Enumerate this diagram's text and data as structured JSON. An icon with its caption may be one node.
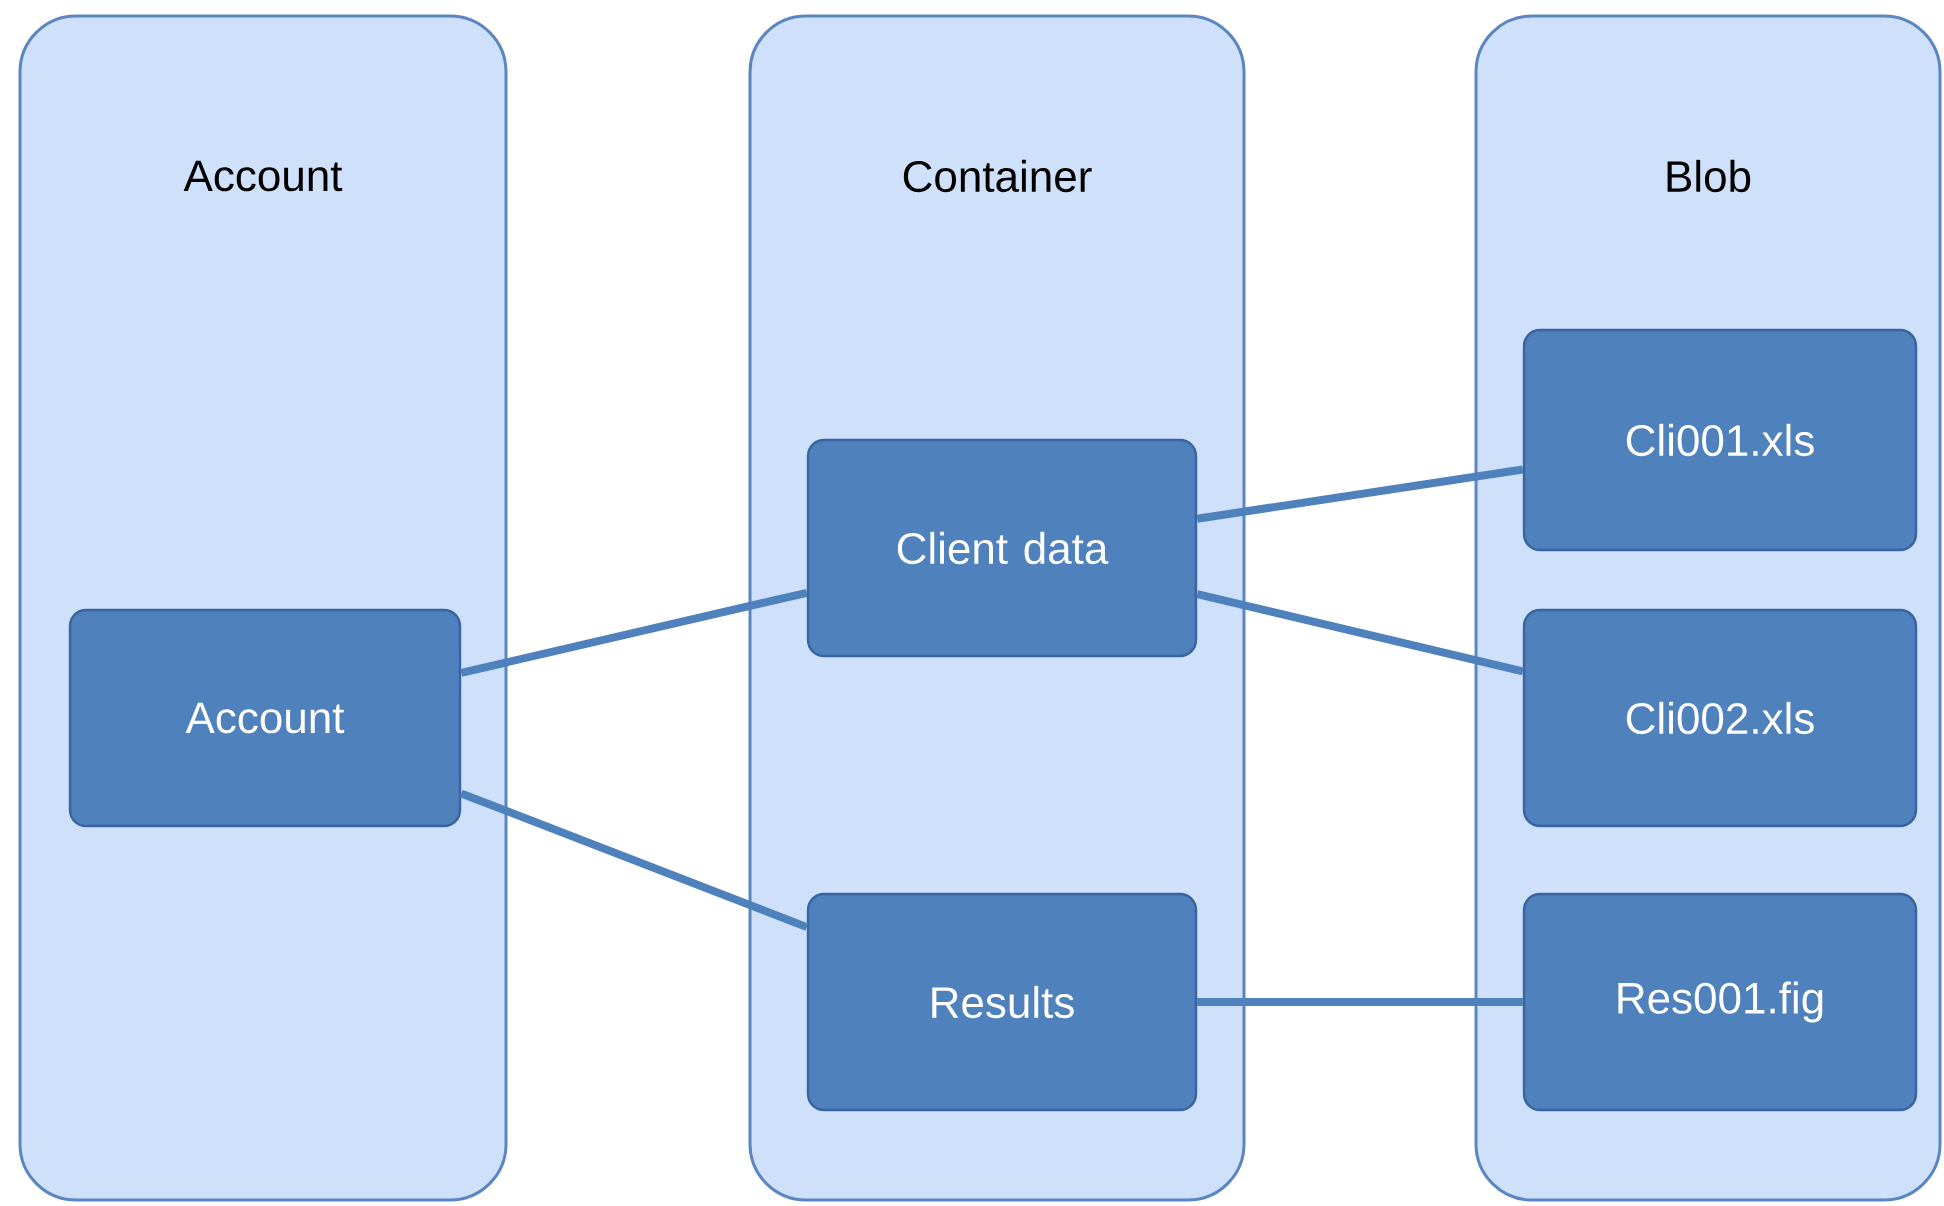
{
  "diagram": {
    "nodes": [
      {
        "text": [
          "Account"
        ]
      },
      {
        "text": [
          "Container"
        ]
      },
      {
        "text": [
          "Blob"
        ]
      },
      {
        "text": [
          "Account"
        ],
        "in": 0
      },
      {
        "text": [
          "Client data"
        ],
        "in": 1
      },
      {
        "text": [
          "Results"
        ],
        "in": 1
      },
      {
        "text": [
          "Cli001.xls"
        ],
        "in": 2
      },
      {
        "text": [
          "Cli002.xls"
        ],
        "in": 2
      },
      {
        "text": [
          "Res001.fig"
        ],
        "in": 2
      }
    ],
    "edges": [
      {
        "from": 3,
        "to": 4,
        "arrow": "none"
      },
      {
        "from": 3,
        "to": 5,
        "arrow": "none"
      },
      {
        "from": 4,
        "to": 6,
        "arrow": "none"
      },
      {
        "from": 4,
        "to": 7,
        "arrow": "none"
      },
      {
        "from": 5,
        "to": 8,
        "arrow": "none"
      }
    ]
  }
}
